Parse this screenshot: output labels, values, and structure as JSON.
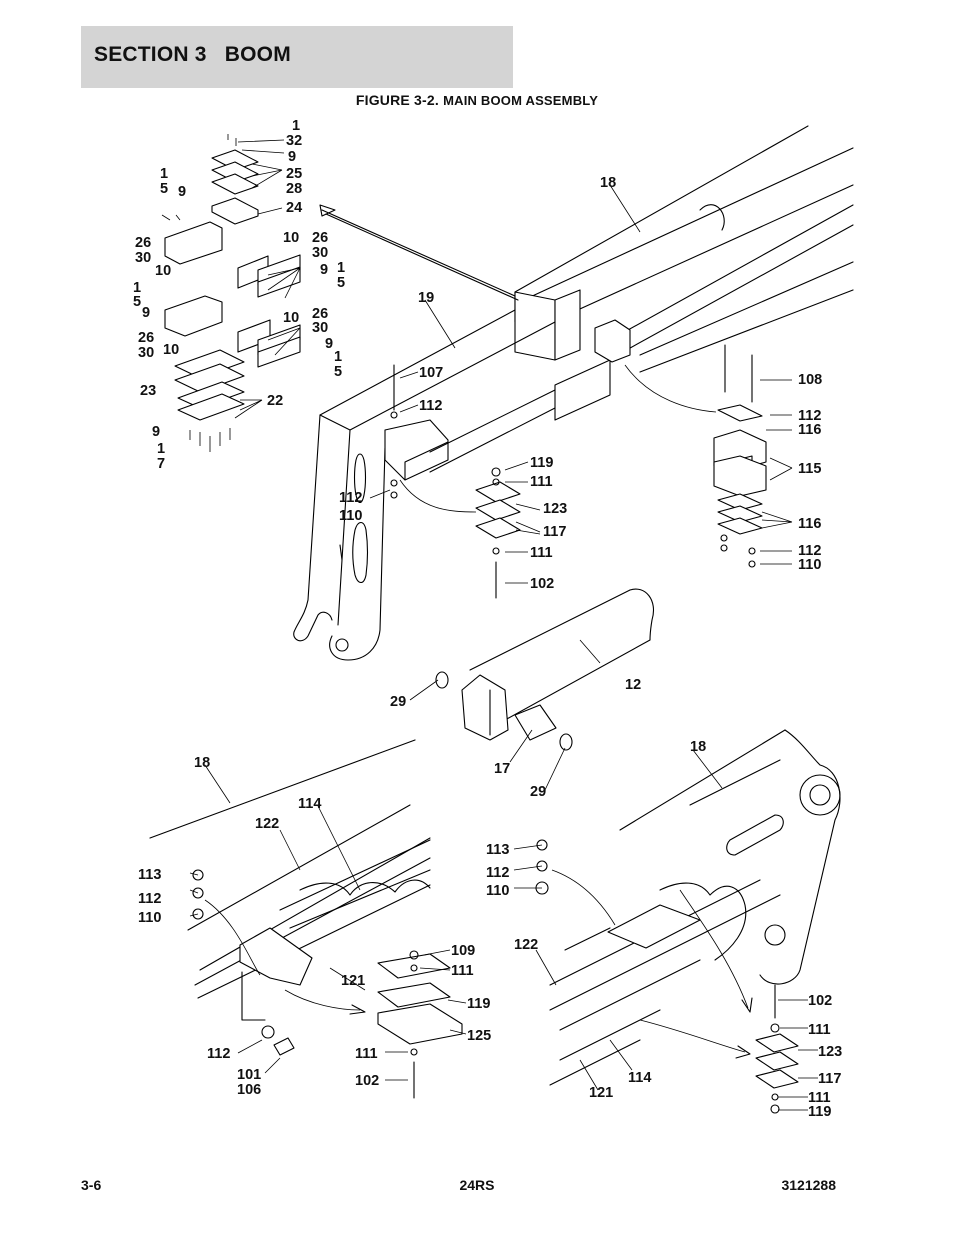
{
  "header": {
    "section_title": "SECTION 3   BOOM"
  },
  "figure": {
    "caption_prefix": "FIGURE 3-2. ",
    "caption_name": "MAIN BOOM ASSEMBLY",
    "callouts": [
      {
        "id": "c-1-a",
        "text": "1"
      },
      {
        "id": "c-32",
        "text": "32"
      },
      {
        "id": "c-9-a",
        "text": "9"
      },
      {
        "id": "c-25",
        "text": "25"
      },
      {
        "id": "c-28",
        "text": "28"
      },
      {
        "id": "c-24",
        "text": "24"
      },
      {
        "id": "c-1-b",
        "text": "1"
      },
      {
        "id": "c-5-b",
        "text": "5"
      },
      {
        "id": "c-9-b",
        "text": "9"
      },
      {
        "id": "c-26-a",
        "text": "26"
      },
      {
        "id": "c-30-a",
        "text": "30"
      },
      {
        "id": "c-10-a",
        "text": "10"
      },
      {
        "id": "c-10-b",
        "text": "10"
      },
      {
        "id": "c-26-b",
        "text": "26"
      },
      {
        "id": "c-30-b",
        "text": "30"
      },
      {
        "id": "c-9-c",
        "text": "9"
      },
      {
        "id": "c-1-c",
        "text": "1"
      },
      {
        "id": "c-5-c",
        "text": "5"
      },
      {
        "id": "c-1-d",
        "text": "1"
      },
      {
        "id": "c-5-d",
        "text": "5"
      },
      {
        "id": "c-9-d",
        "text": "9"
      },
      {
        "id": "c-26-c",
        "text": "26"
      },
      {
        "id": "c-30-c",
        "text": "30"
      },
      {
        "id": "c-10-c",
        "text": "10"
      },
      {
        "id": "c-10-d",
        "text": "10"
      },
      {
        "id": "c-26-d",
        "text": "26"
      },
      {
        "id": "c-30-d",
        "text": "30"
      },
      {
        "id": "c-9-e",
        "text": "9"
      },
      {
        "id": "c-1-e",
        "text": "1"
      },
      {
        "id": "c-5-e",
        "text": "5"
      },
      {
        "id": "c-23",
        "text": "23"
      },
      {
        "id": "c-22",
        "text": "22"
      },
      {
        "id": "c-9-f",
        "text": "9"
      },
      {
        "id": "c-1-f",
        "text": "1"
      },
      {
        "id": "c-7",
        "text": "7"
      },
      {
        "id": "c-18-a",
        "text": "18"
      },
      {
        "id": "c-19",
        "text": "19"
      },
      {
        "id": "c-107",
        "text": "107"
      },
      {
        "id": "c-112-a",
        "text": "112"
      },
      {
        "id": "c-112-b",
        "text": "112"
      },
      {
        "id": "c-110-a",
        "text": "110"
      },
      {
        "id": "c-119-a",
        "text": "119"
      },
      {
        "id": "c-111-a",
        "text": "111"
      },
      {
        "id": "c-123-a",
        "text": "123"
      },
      {
        "id": "c-117-a",
        "text": "117"
      },
      {
        "id": "c-111-b",
        "text": "111"
      },
      {
        "id": "c-102-a",
        "text": "102"
      },
      {
        "id": "c-108",
        "text": "108"
      },
      {
        "id": "c-112-c",
        "text": "112"
      },
      {
        "id": "c-116-a",
        "text": "116"
      },
      {
        "id": "c-115",
        "text": "115"
      },
      {
        "id": "c-116-b",
        "text": "116"
      },
      {
        "id": "c-112-d",
        "text": "112"
      },
      {
        "id": "c-110-b",
        "text": "110"
      },
      {
        "id": "c-12",
        "text": "12"
      },
      {
        "id": "c-29-a",
        "text": "29"
      },
      {
        "id": "c-17",
        "text": "17"
      },
      {
        "id": "c-29-b",
        "text": "29"
      },
      {
        "id": "c-18-b",
        "text": "18"
      },
      {
        "id": "c-114-a",
        "text": "114"
      },
      {
        "id": "c-122-a",
        "text": "122"
      },
      {
        "id": "c-113-a",
        "text": "113"
      },
      {
        "id": "c-112-e",
        "text": "112"
      },
      {
        "id": "c-110-c",
        "text": "110"
      },
      {
        "id": "c-121-a",
        "text": "121"
      },
      {
        "id": "c-109",
        "text": "109"
      },
      {
        "id": "c-111-c",
        "text": "111"
      },
      {
        "id": "c-119-b",
        "text": "119"
      },
      {
        "id": "c-125",
        "text": "125"
      },
      {
        "id": "c-112-f",
        "text": "112"
      },
      {
        "id": "c-101",
        "text": "101"
      },
      {
        "id": "c-106",
        "text": "106"
      },
      {
        "id": "c-111-d",
        "text": "111"
      },
      {
        "id": "c-102-b",
        "text": "102"
      },
      {
        "id": "c-18-c",
        "text": "18"
      },
      {
        "id": "c-113-b",
        "text": "113"
      },
      {
        "id": "c-112-g",
        "text": "112"
      },
      {
        "id": "c-110-d",
        "text": "110"
      },
      {
        "id": "c-122-b",
        "text": "122"
      },
      {
        "id": "c-102-c",
        "text": "102"
      },
      {
        "id": "c-111-e",
        "text": "111"
      },
      {
        "id": "c-123-b",
        "text": "123"
      },
      {
        "id": "c-117-b",
        "text": "117"
      },
      {
        "id": "c-111-f",
        "text": "111"
      },
      {
        "id": "c-119-c",
        "text": "119"
      },
      {
        "id": "c-114-b",
        "text": "114"
      },
      {
        "id": "c-121-b",
        "text": "121"
      }
    ]
  },
  "footer": {
    "page_number": "3-6",
    "model": "24RS",
    "manual_number": "3121288"
  }
}
